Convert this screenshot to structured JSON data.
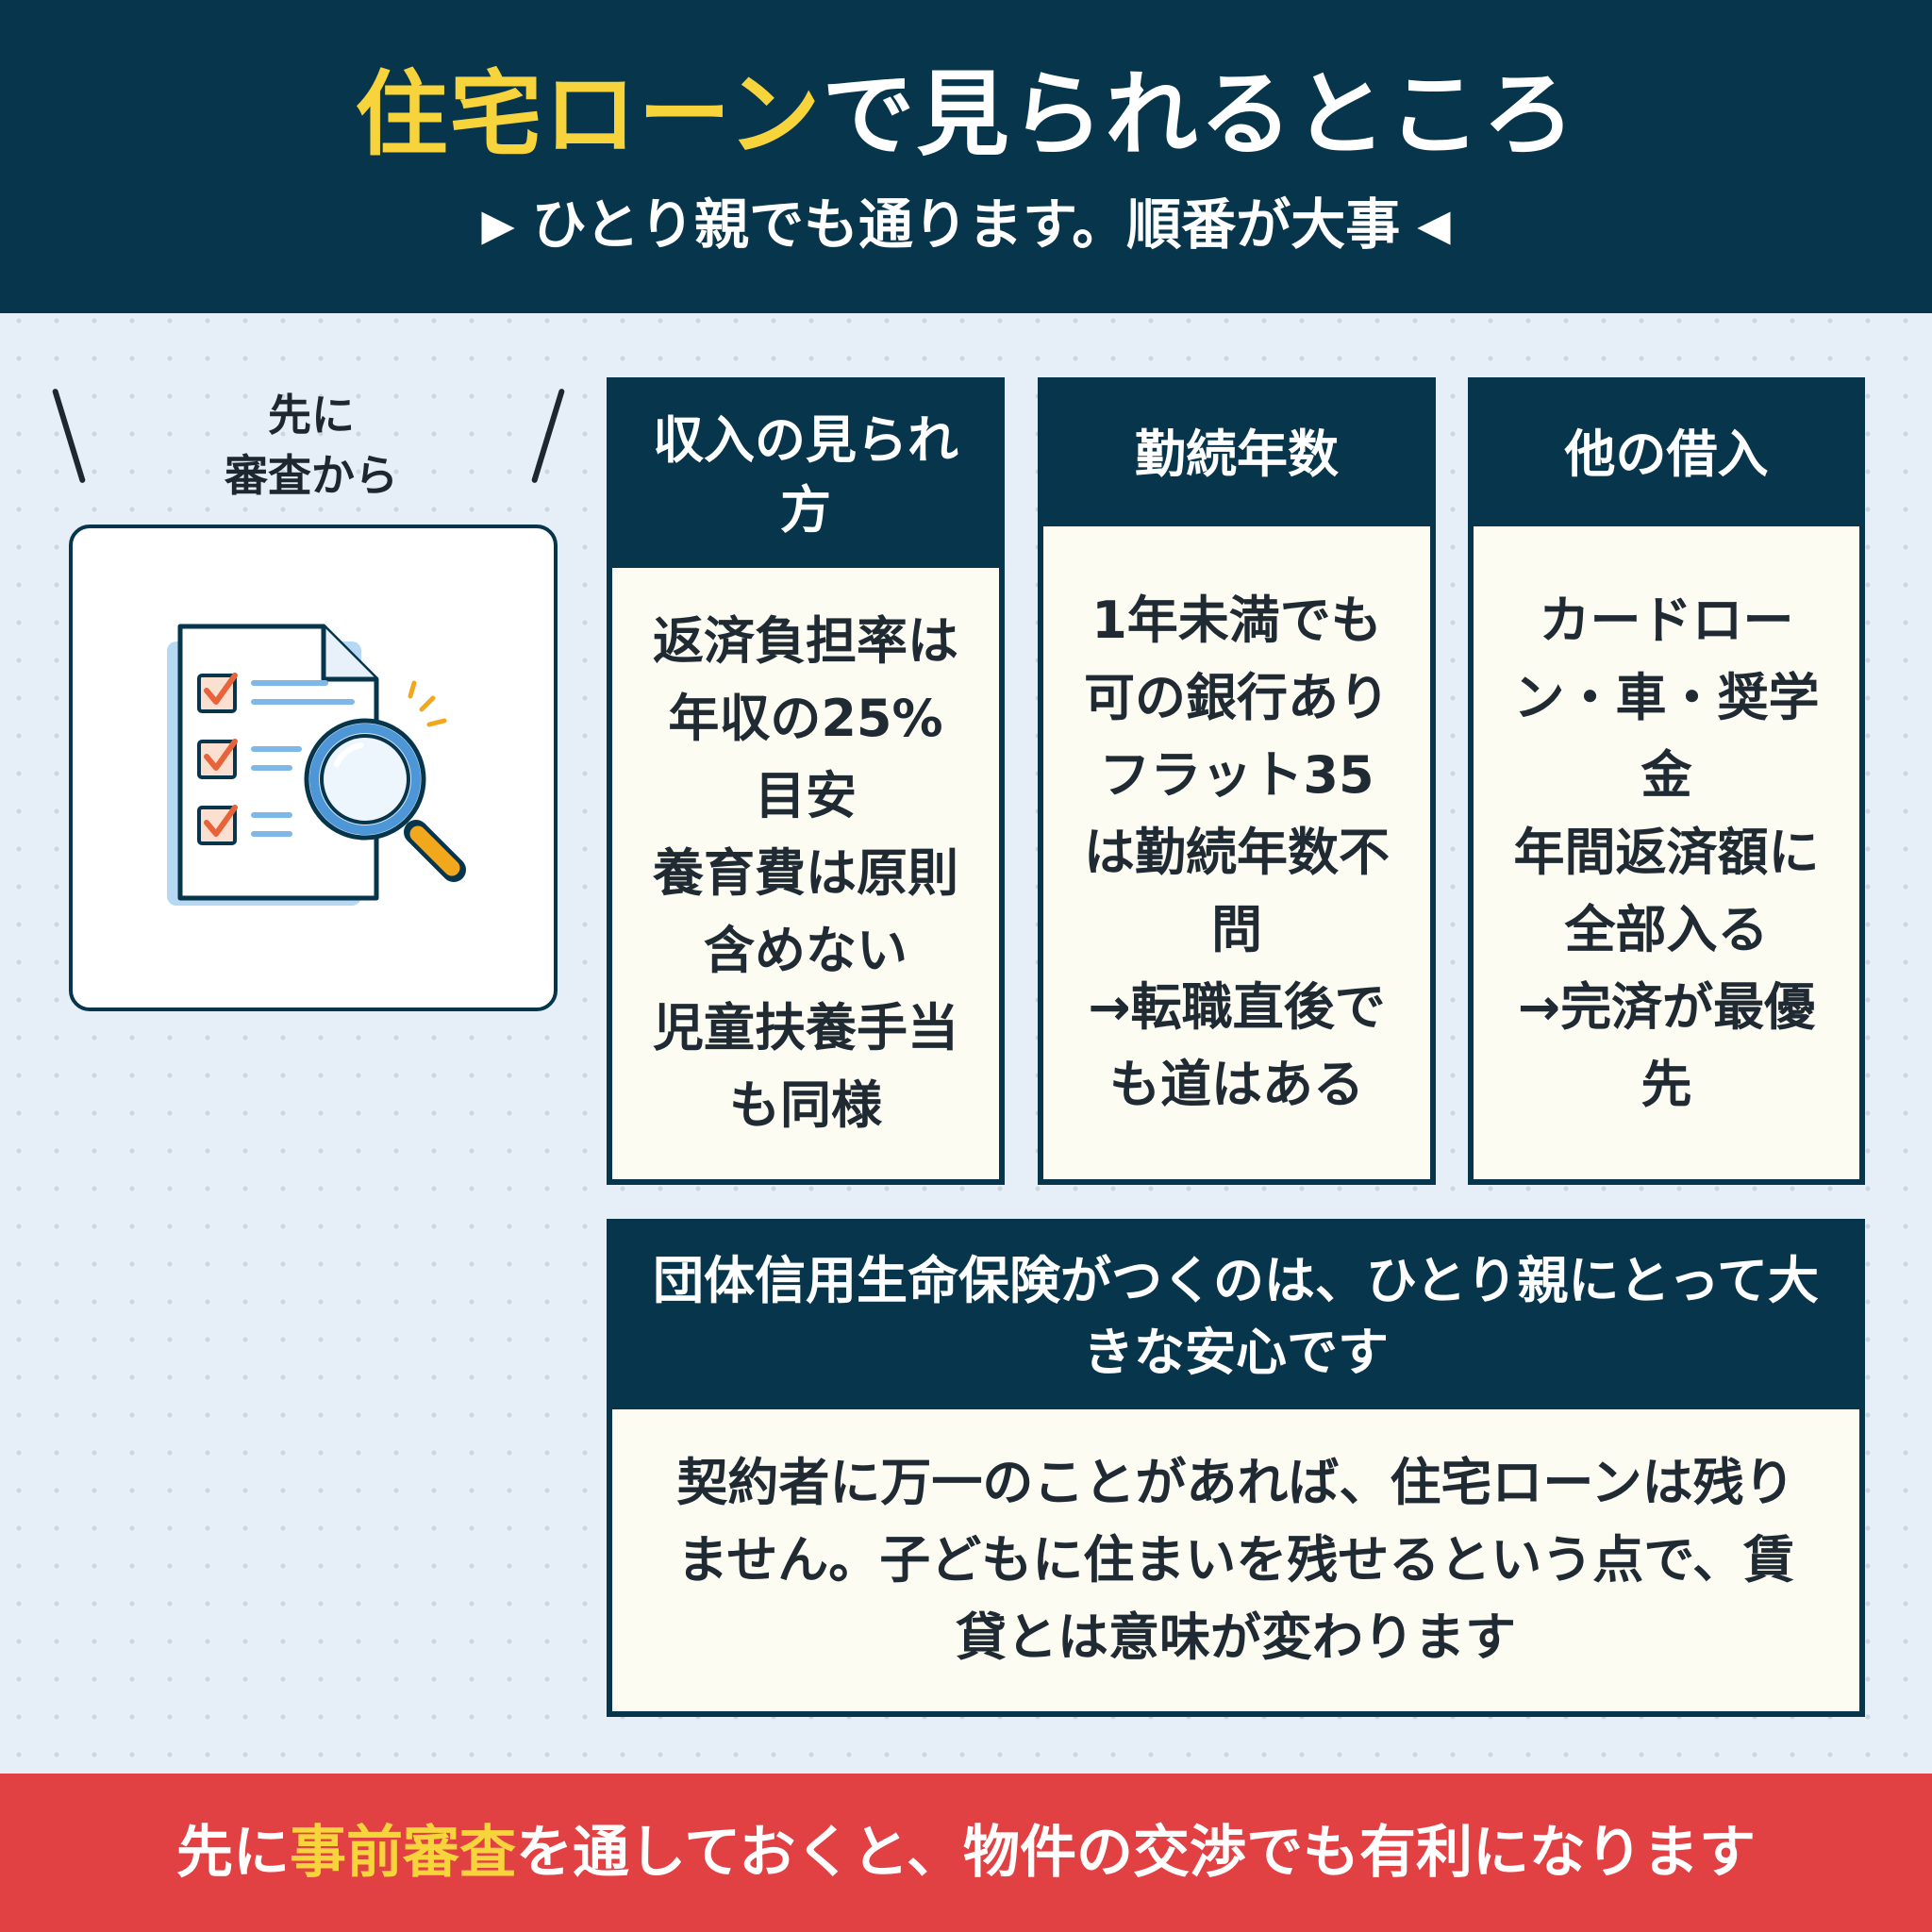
{
  "header": {
    "title_highlight": "住宅ローン",
    "title_rest": "で見られるところ",
    "subtitle": "ひとり親でも通ります。順番が大事",
    "accent_color": "#f8d43c",
    "bg_color": "#07354b"
  },
  "left": {
    "precheck_lines": [
      "先に",
      "審査から"
    ],
    "icon": "checklist-magnifier-icon"
  },
  "cards": [
    {
      "title": "収入の見られ方",
      "lines": [
        "返済負担率は",
        "年収の25%",
        "目安",
        "養育費は原則",
        "含めない",
        "児童扶養手当",
        "も同様"
      ]
    },
    {
      "title": "勤続年数",
      "lines": [
        "1年未満でも",
        "可の銀行あり",
        "フラット35",
        "は勤続年数不",
        "問",
        "→転職直後で",
        "も道はある"
      ]
    },
    {
      "title": "他の借入",
      "lines": [
        "カードロー",
        "ン・車・奨学",
        "金",
        "年間返済額に",
        "全部入る",
        "→完済が最優",
        "先"
      ]
    }
  ],
  "insurance": {
    "title": "団体信用生命保険がつくのは、ひとり親にとって大きな安心です",
    "body": "契約者に万一のことがあれば、住宅ローンは残りません。子どもに住まいを残せるという点で、賃貸とは意味が変わります"
  },
  "footer": {
    "pre": "先に",
    "highlight": "事前審査",
    "post": "を通しておくと、物件の交渉でも有利になります",
    "bg_color": "#e24144"
  }
}
